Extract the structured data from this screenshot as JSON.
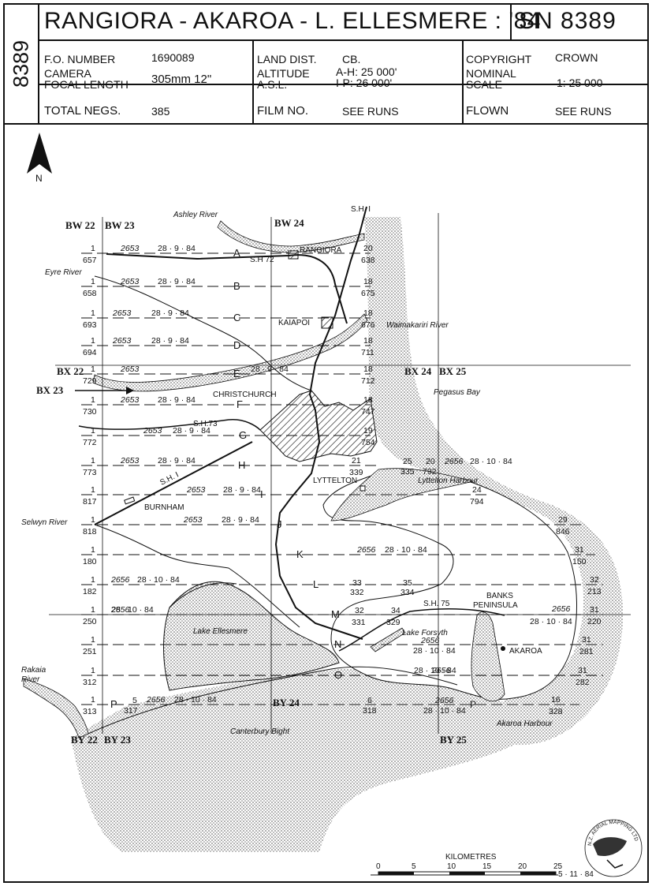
{
  "header": {
    "side_number": "8389",
    "title": "RANGIORA - AKAROA - L. ELLESMERE : '84",
    "sn": "SN 8389",
    "fo_number_label": "F.O. NUMBER",
    "fo_number": "1690089",
    "land_dist_label": "LAND DIST.",
    "land_dist": "CB.",
    "copyright_label": "COPYRIGHT",
    "copyright": "CROWN",
    "camera_label": "CAMERA",
    "focal_length_label": "FOCAL LENGTH",
    "focal_length": "305mm 12\"",
    "altitude_label": "ALTITUDE",
    "asl_label": "A.S.L.",
    "altitude_ah": "A-H: 25 000'",
    "altitude_ip": "I-P: 26 000'",
    "nominal_label": "NOMINAL",
    "scale_label": "SCALE",
    "scale": "1: 25 000",
    "total_negs_label": "TOTAL NEGS.",
    "total_negs": "385",
    "film_no_label": "FILM NO.",
    "film_no": "SEE RUNS",
    "flown_label": "FLOWN",
    "flown": "SEE RUNS"
  },
  "map": {
    "north": "N",
    "grid_labels": {
      "bw22": "BW 22",
      "bw23": "BW 23",
      "bw24": "BW 24",
      "bx22": "BX 22",
      "bx23": "BX 23",
      "bx24": "BX 24",
      "bx25": "BX 25",
      "by22": "BY 22",
      "by23": "BY 23",
      "by24": "BY 24",
      "by25": "BY 25"
    },
    "places": {
      "ashley_river": "Ashley River",
      "sh1_top": "S.H. I",
      "rangiora": "RANGIORA",
      "sh72": "S.H 72",
      "eyre_river": "Eyre River",
      "kaiapoi": "KAIAPOI",
      "waimakariri": "Waimakariri River",
      "christchurch": "CHRISTCHURCH",
      "pegasus_bay": "Pegasus Bay",
      "sh73": "S.H.73",
      "sh1": "S.H. I",
      "lyttelton": "LYTTELTON",
      "lyttelton_harbour": "Lyttelton Harbour",
      "burnham": "BURNHAM",
      "selwyn_river": "Selwyn River",
      "lake_ellesmere": "Lake Ellesmere",
      "sh75": "S.H. 75",
      "banks_peninsula_1": "BANKS",
      "banks_peninsula_2": "PENINSULA",
      "lake_forsyth": "Lake Forsyth",
      "akaroa": "AKAROA",
      "rakaia_river_1": "Rakaia",
      "rakaia_river_2": "River",
      "akaroa_harbour": "Akaroa Harbour",
      "canterbury_bight": "Canterbury Bight"
    },
    "runs": [
      {
        "letter": "A",
        "film": "2653",
        "date": "28 · 9 · 84",
        "start": "1",
        "start_neg": "657",
        "end": "20",
        "end_neg": "638"
      },
      {
        "letter": "B",
        "film": "2653",
        "date": "28 · 9 · 84",
        "start": "1",
        "start_neg": "658",
        "end": "18",
        "end_neg": "675"
      },
      {
        "letter": "C",
        "film": "2653",
        "date": "28 · 9 · 84",
        "start": "1",
        "start_neg": "693",
        "end": "18",
        "end_neg": "676"
      },
      {
        "letter": "D",
        "film": "2653",
        "date": "28 · 9 · 84",
        "start": "1",
        "start_neg": "694",
        "end": "18",
        "end_neg": "711"
      },
      {
        "letter": "E",
        "film": "2653",
        "date": "28 · 9 · 84",
        "start": "1",
        "start_neg": "729",
        "end": "18",
        "end_neg": "712"
      },
      {
        "letter": "F",
        "film": "2653",
        "date": "28 · 9 · 84",
        "start": "1",
        "start_neg": "730",
        "end": "18",
        "end_neg": "747"
      },
      {
        "letter": "G",
        "film": "2653",
        "date": "28 · 9 · 84",
        "start": "1",
        "start_neg": "772",
        "end": "19",
        "end_neg": "754"
      },
      {
        "letter": "H",
        "film": "2653",
        "date": "28 · 9 · 84",
        "start": "1",
        "start_neg": "773",
        "end": "21",
        "end_neg": "339"
      },
      {
        "letter": "I",
        "film": "2653",
        "date": "28 · 9 · 84",
        "start": "1",
        "start_neg": "817",
        "end": "24",
        "end_neg": "794"
      },
      {
        "letter": "J",
        "film": "2653",
        "date": "28 · 9 · 84",
        "start": "1",
        "start_neg": "818",
        "end": "29",
        "end_neg": "846"
      },
      {
        "letter": "K",
        "film": "2656",
        "date": "28 · 10 · 84",
        "start": "1",
        "start_neg": "180",
        "end": "31",
        "end_neg": "150"
      },
      {
        "letter": "L",
        "film": "2656",
        "date": "28 · 10 · 84",
        "start": "1",
        "start_neg": "182",
        "end": "32",
        "end_neg": "213"
      },
      {
        "letter": "M",
        "film": "2656",
        "date": "28 · 10 · 84",
        "start": "1",
        "start_neg": "250",
        "end": "31",
        "end_neg": "220"
      },
      {
        "letter": "N",
        "film": "2656",
        "date": "28 · 10 · 84",
        "start": "1",
        "start_neg": "251",
        "end": "31",
        "end_neg": "281"
      },
      {
        "letter": "O",
        "film": "2656",
        "date": "28 · 10 · 84",
        "start": "1",
        "start_neg": "312",
        "end": "31",
        "end_neg": "282"
      },
      {
        "letter": "P",
        "film": "2656",
        "date": "28 · 10 · 84",
        "start": "1",
        "start_neg": "313",
        "end": "16",
        "end_neg": "328"
      }
    ],
    "extra_marks": {
      "m_h_25": "25",
      "m_h_335": "335",
      "m_h_20": "20",
      "m_h_792": "792",
      "m_h_film": "2656",
      "m_h_date": "28 · 10 · 84",
      "l_33": "33",
      "l_332": "332",
      "l_35": "35",
      "l_334": "334",
      "m_32": "32",
      "m_331": "331",
      "m_34": "34",
      "m_329": "329",
      "m_film2": "2656",
      "m_date2": "28 · 10 · 84",
      "n_film2": "2656",
      "n_date2": "28 · 10 · 84",
      "p_5": "5",
      "p_317": "317",
      "p_6": "6",
      "p_318": "318",
      "p_film2": "2656",
      "p_date2": "28 · 10 · 84",
      "p_letter2": "P"
    },
    "scale_bar": {
      "title": "KILOMETRES",
      "ticks": [
        "0",
        "5",
        "10",
        "15",
        "20",
        "25"
      ],
      "date": "5 · 11 · 84"
    },
    "logo_text": "N.Z. AERIAL MAPPING LTD"
  }
}
